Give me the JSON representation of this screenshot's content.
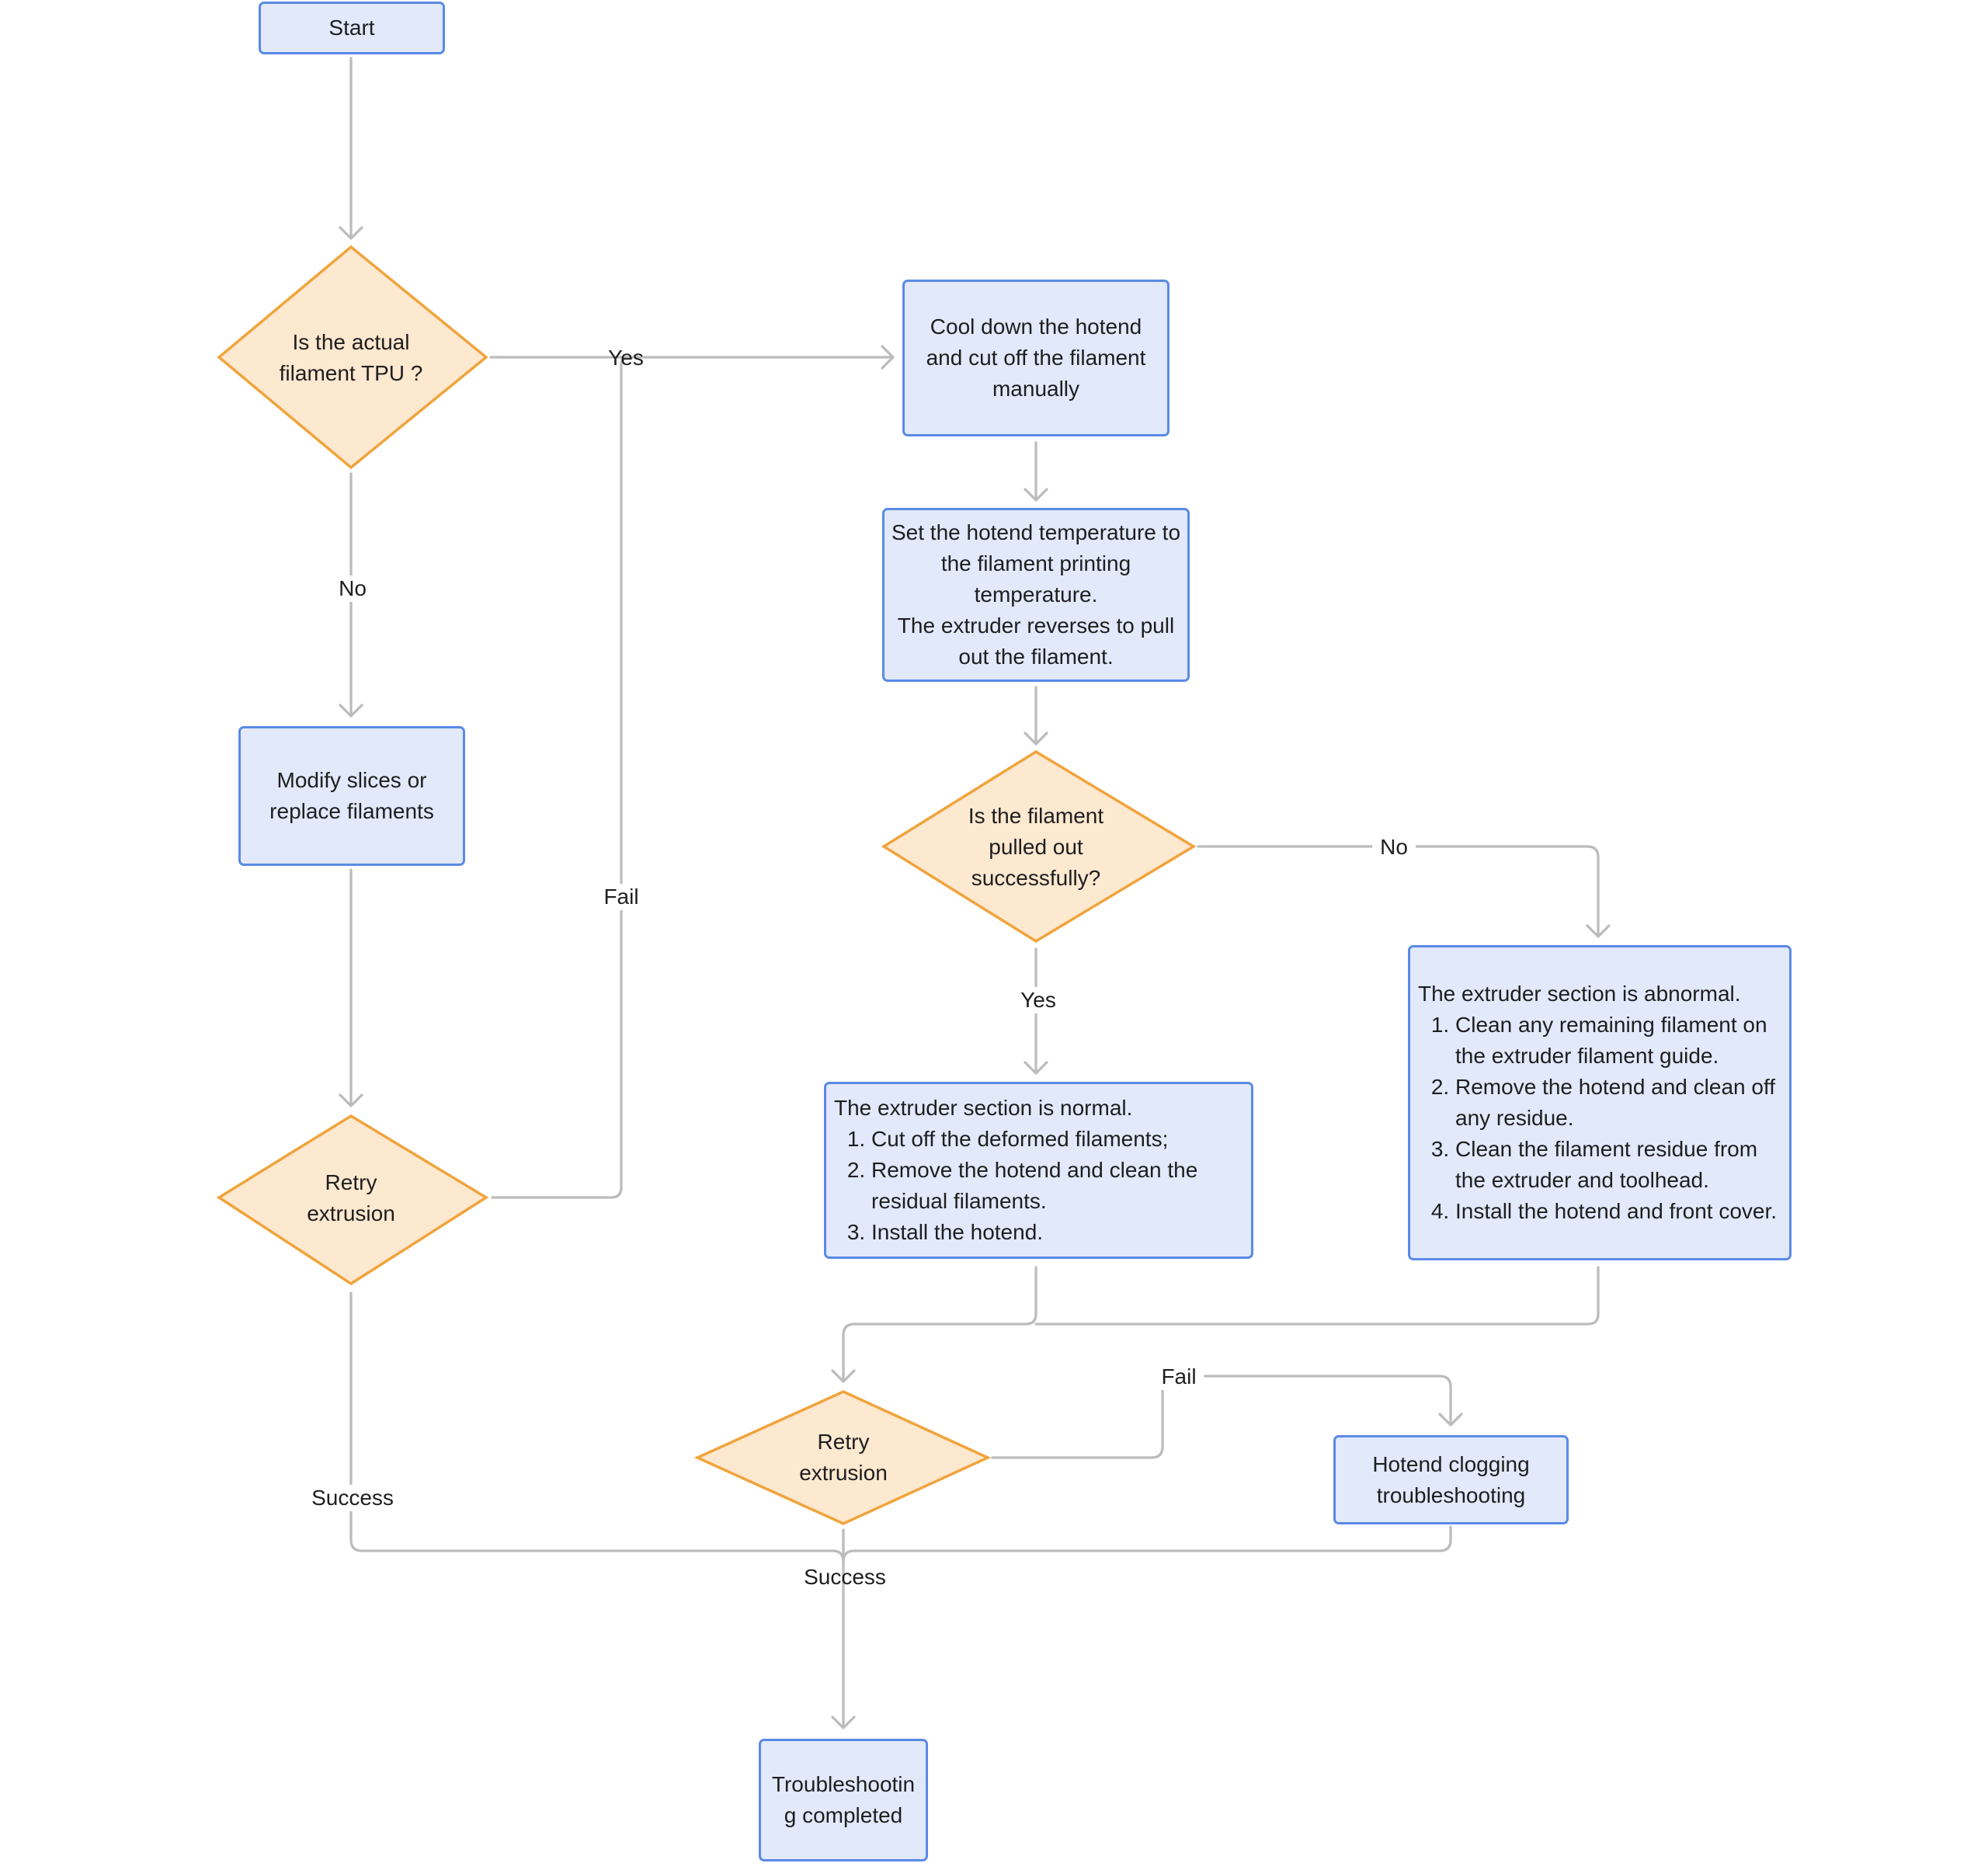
{
  "nodes": {
    "start": "Start",
    "tpu_decision": "Is the actual filament TPU ?",
    "cool_down": "Cool down the hotend and cut off the filament manually",
    "set_temp": "Set the hotend temperature to the filament printing temperature.\nThe extruder reverses to pull out the filament.",
    "pulled_decision": "Is the filament pulled out successfully?",
    "modify_slices": "Modify slices or replace filaments",
    "retry_left": "Retry extrusion",
    "normal": {
      "title": "The extruder section is normal.",
      "steps": [
        "Cut off the deformed filaments;",
        "Remove the hotend and clean the residual filaments.",
        "Install the hotend."
      ]
    },
    "abnormal": {
      "title": "The extruder section is abnormal.",
      "steps": [
        "Clean any remaining filament on the extruder filament guide.",
        "Remove the hotend and clean off any residue.",
        "Clean the filament residue from the extruder and toolhead.",
        "Install the hotend and front cover."
      ]
    },
    "retry_center": "Retry extrusion",
    "clogging": "Hotend clogging troubleshooting",
    "completed": "Troubleshooting completed"
  },
  "edge_labels": {
    "tpu_yes": "Yes",
    "tpu_no": "No",
    "retry_left_fail": "Fail",
    "pulled_no": "No",
    "pulled_yes": "Yes",
    "retry_center_fail": "Fail",
    "retry_left_success": "Success",
    "retry_center_success": "Success"
  },
  "colors": {
    "process_fill": "#e1e9fb",
    "process_border": "#5a8ae6",
    "decision_fill": "#fde8d0",
    "decision_border": "#f0a43c",
    "connector": "#bcbcbc"
  }
}
